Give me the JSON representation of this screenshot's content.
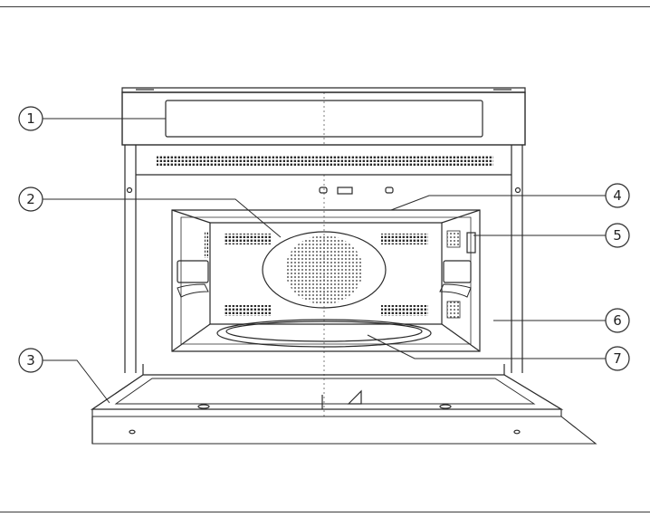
{
  "diagram": {
    "stroke_color": "#2a2a2a",
    "background": "#ffffff",
    "callouts": [
      {
        "id": "c1",
        "label": "1"
      },
      {
        "id": "c2",
        "label": "2"
      },
      {
        "id": "c3",
        "label": "3"
      },
      {
        "id": "c4",
        "label": "4"
      },
      {
        "id": "c5",
        "label": "5"
      },
      {
        "id": "c6",
        "label": "6"
      },
      {
        "id": "c7",
        "label": "7"
      }
    ]
  }
}
